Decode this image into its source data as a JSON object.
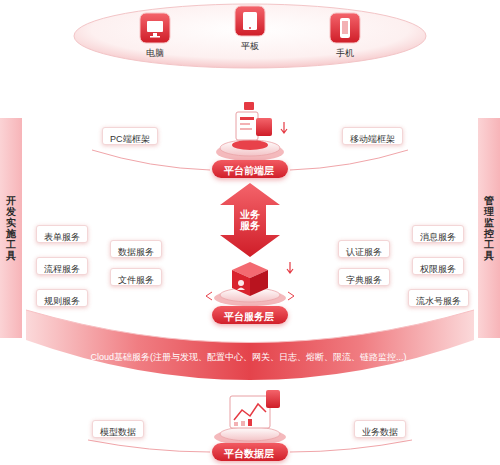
{
  "diagram": {
    "nodes": [
      {
        "text": [
          "电脑"
        ]
      },
      {
        "text": [
          "平板"
        ]
      },
      {
        "text": [
          "手机"
        ]
      },
      {
        "text": [
          "开发实施工具"
        ]
      },
      {
        "text": [
          "管理监控工具"
        ]
      },
      {
        "text": [
          "PC端框架"
        ]
      },
      {
        "text": [
          "移动端框架"
        ]
      },
      {
        "text": [
          "平台前端层"
        ]
      },
      {
        "text": [
          "业务服务"
        ]
      },
      {
        "text": [
          "表单服务"
        ]
      },
      {
        "text": [
          "数据服务"
        ]
      },
      {
        "text": [
          "流程服务"
        ]
      },
      {
        "text": [
          "文件服务"
        ]
      },
      {
        "text": [
          "规则服务"
        ]
      },
      {
        "text": [
          "认证服务"
        ]
      },
      {
        "text": [
          "字典服务"
        ]
      },
      {
        "text": [
          "消息服务"
        ]
      },
      {
        "text": [
          "权限服务"
        ]
      },
      {
        "text": [
          "流水号服务"
        ]
      },
      {
        "text": [
          "平台服务层"
        ]
      },
      {
        "text": [
          "Cloud基础服务(注册与发现、配置中心、网关、日志、熔断、限流、链路监控...)"
        ]
      },
      {
        "text": [
          "模型数据"
        ]
      },
      {
        "text": [
          "业务数据"
        ]
      },
      {
        "text": [
          "平台数据层"
        ]
      }
    ]
  }
}
